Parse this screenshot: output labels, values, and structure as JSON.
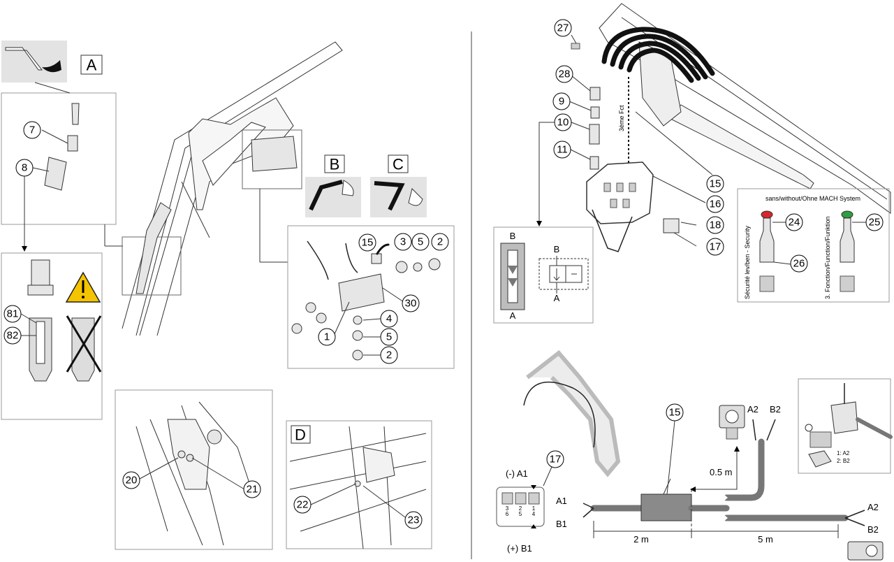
{
  "view_labels": {
    "a": "A",
    "b": "B",
    "c": "C",
    "d": "D"
  },
  "callouts": {
    "n1": "1",
    "n2a": "2",
    "n2b": "2",
    "n3": "3",
    "n4": "4",
    "n5a": "5",
    "n5b": "5",
    "n7": "7",
    "n8": "8",
    "n9": "9",
    "n10": "10",
    "n11": "11",
    "n15a": "15",
    "n15b": "15",
    "n15c": "15",
    "n16": "16",
    "n17a": "17",
    "n17b": "17",
    "n18": "18",
    "n20": "20",
    "n21": "21",
    "n22": "22",
    "n23": "23",
    "n24": "24",
    "n25": "25",
    "n26": "26",
    "n27": "27",
    "n28": "28",
    "n30": "30",
    "n81": "81",
    "n82": "82"
  },
  "valve_schematic": {
    "port_top": "B",
    "port_bottom": "A",
    "sym_top": "B",
    "sym_bottom": "A"
  },
  "third_function_label": "3ème Fct",
  "mach_box": {
    "title": "sans/without/Ohne MACH System",
    "left_caption": "Sécurité lev/ben - Security",
    "right_caption": "3. Fonction/Function/Funktion"
  },
  "wiring": {
    "a1": "A1",
    "b1": "B1",
    "a2_top": "A2",
    "b2_top": "B2",
    "a2_right": "A2",
    "b2_right": "B2",
    "minus_a1": "(-) A1",
    "plus_b1": "(+) B1",
    "len_short": "0.5 m",
    "len_2m": "2 m",
    "len_5m": "5 m",
    "pin_map_1": "1: A2",
    "pin_map_2": "2: B2",
    "term_row1": [
      "3",
      "2",
      "1"
    ],
    "term_row2": [
      "6",
      "5",
      "4"
    ]
  },
  "colors": {
    "cap_red": "#d9262b",
    "cap_green": "#2e9e3f",
    "warning_yellow": "#f5c400",
    "cable_gray": "#777777"
  },
  "icons": [
    "warning-icon",
    "ground-icon"
  ]
}
